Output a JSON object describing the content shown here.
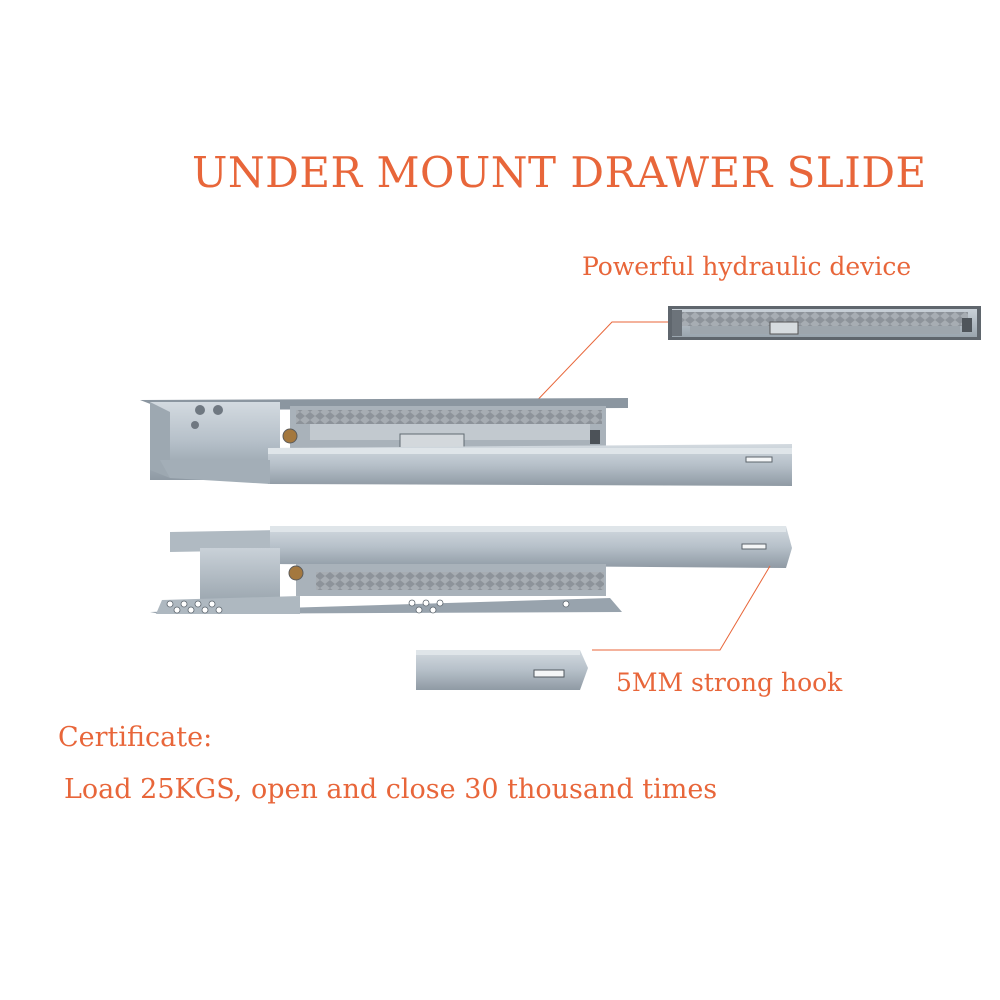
{
  "title": "UNDER MOUNT DRAWER SLIDE",
  "callouts": {
    "hydraulic": "Powerful hydraulic device",
    "hook": "5MM strong hook"
  },
  "certificate": {
    "label": "Certificate:",
    "detail": "Load 25KGS, open and close 30 thousand times"
  },
  "colors": {
    "text": "#e8663a",
    "metal": "#b9c3cc",
    "damper": "#8e949a"
  }
}
